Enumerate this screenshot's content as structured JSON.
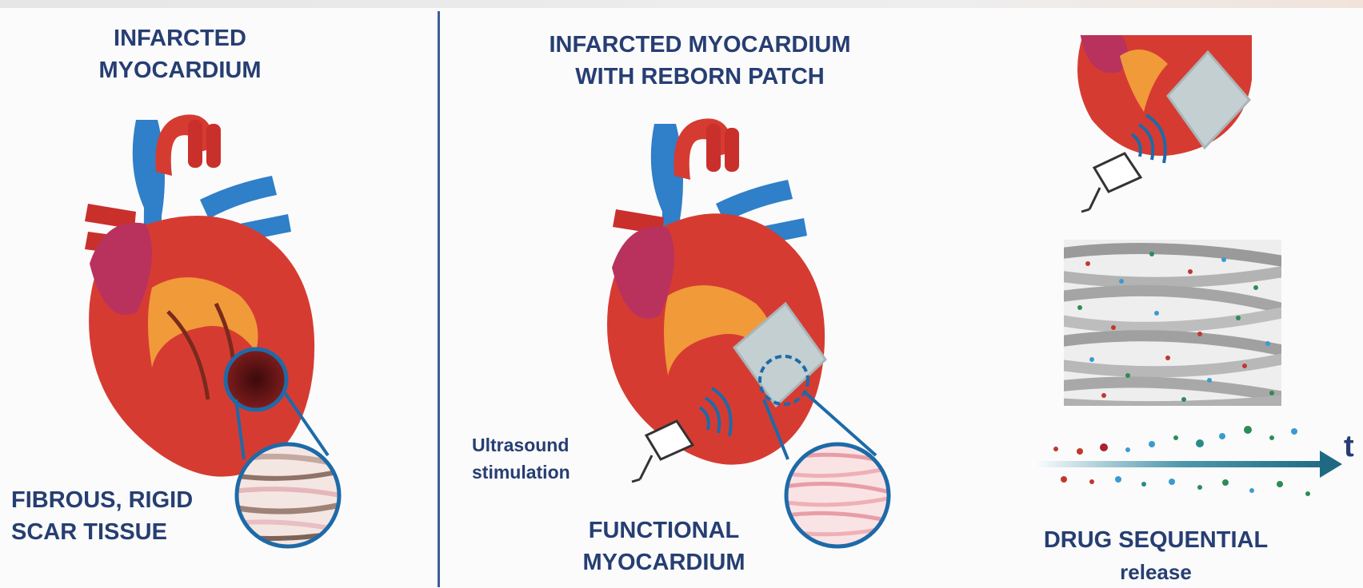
{
  "panels": [
    {
      "title": [
        "INFARCTED",
        "MYOCARDIUM"
      ],
      "caption": [
        "FIBROUS, RIGID",
        "SCAR TISSUE"
      ]
    },
    {
      "title": [
        "INFARCTED MYOCARDIUM",
        "WITH REBORN PATCH"
      ],
      "side_label": [
        "Ultrasound",
        "stimulation"
      ],
      "caption": [
        "FUNCTIONAL",
        "MYOCARDIUM"
      ]
    },
    {
      "caption": [
        "DRUG SEQUENTIAL",
        "release"
      ],
      "axis_symbol": "t"
    }
  ],
  "colors": {
    "divider": "#3e5e96",
    "text": "#263e72",
    "heart_red": "#d63b32",
    "vessel_blue": "#2f7fc9",
    "scar_dark": "#5c1414",
    "patch_gray": "#c4cfd1",
    "arrow_teal": "#1f6a82"
  },
  "icons": [
    "heart-icon",
    "magnifier-icon",
    "ultrasound-probe-icon",
    "fiber-mesh-icon",
    "time-arrow-icon"
  ]
}
